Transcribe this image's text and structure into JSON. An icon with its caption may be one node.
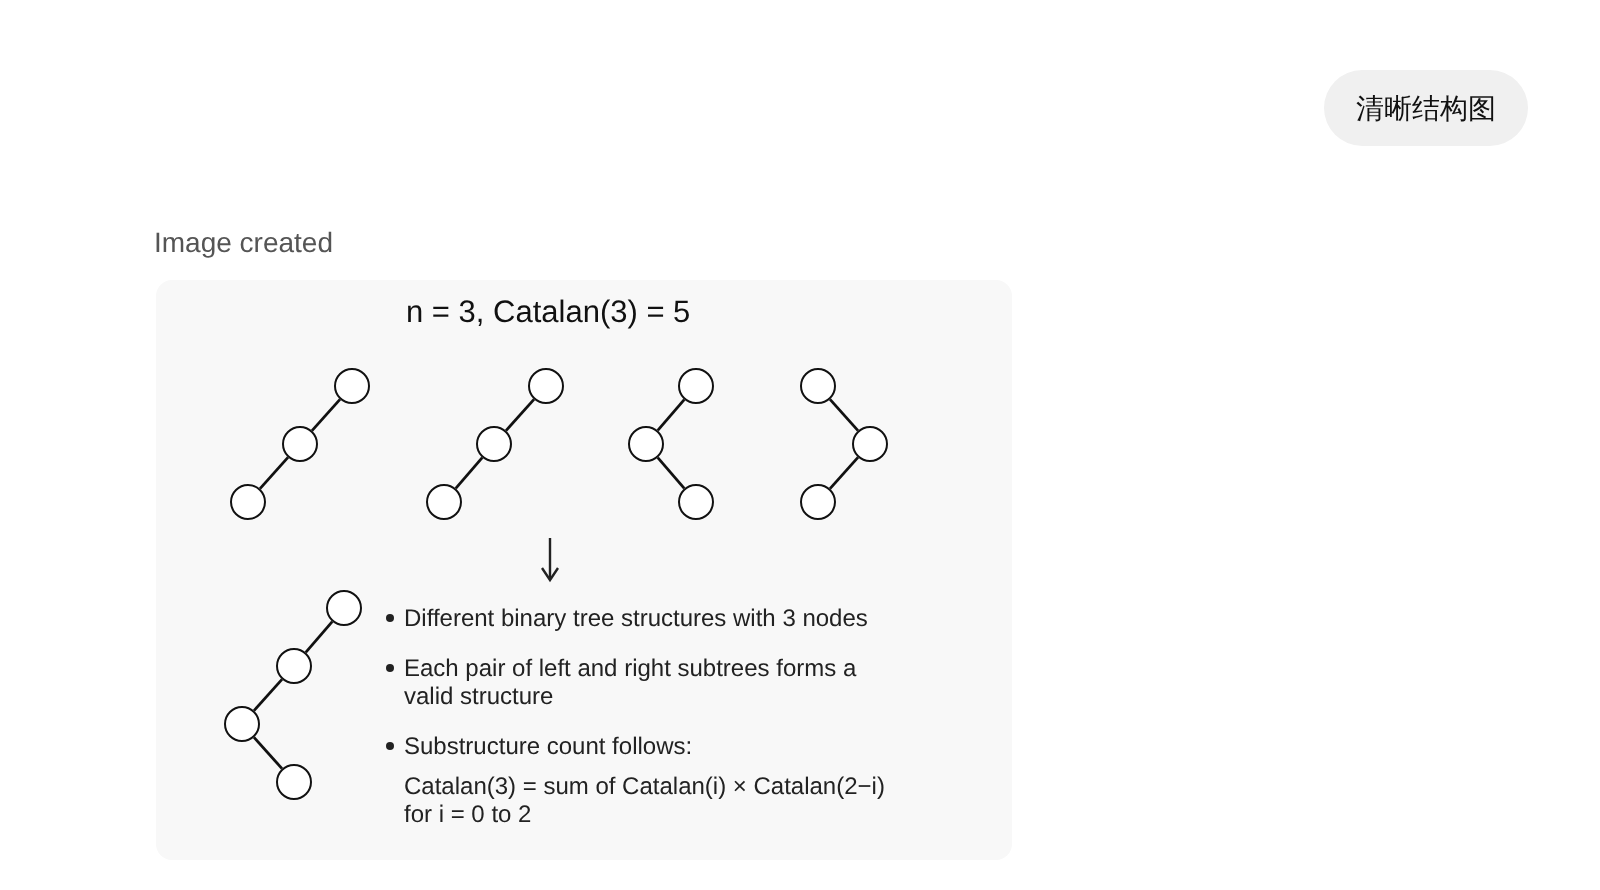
{
  "diagram": {
    "title": "n = 3, Catalan(3) = 5",
    "nodes": [
      {
        "text": [
          "清晰结构图"
        ]
      },
      {
        "text": [],
        "shape": "circle"
      },
      {
        "text": [],
        "shape": "circle"
      },
      {
        "text": [],
        "shape": "circle"
      },
      {
        "text": [],
        "shape": "circle"
      },
      {
        "text": [],
        "shape": "circle"
      },
      {
        "text": [],
        "shape": "circle"
      },
      {
        "text": [],
        "shape": "circle"
      },
      {
        "text": [],
        "shape": "circle"
      },
      {
        "text": [],
        "shape": "circle"
      },
      {
        "text": [],
        "shape": "circle"
      },
      {
        "text": [],
        "shape": "circle"
      },
      {
        "text": [],
        "shape": "circle"
      },
      {
        "text": [],
        "shape": "circle"
      },
      {
        "text": [],
        "shape": "circle"
      },
      {
        "text": [],
        "shape": "circle"
      },
      {
        "text": [],
        "shape": "circle"
      }
    ],
    "edges": [
      {
        "from": 1,
        "to": 2,
        "arrow": "none"
      },
      {
        "from": 2,
        "to": 3,
        "arrow": "none"
      },
      {
        "from": 4,
        "to": 5,
        "arrow": "none"
      },
      {
        "from": 5,
        "to": 6,
        "arrow": "none"
      },
      {
        "from": 7,
        "to": 8,
        "arrow": "none"
      },
      {
        "from": 8,
        "to": 9,
        "arrow": "none"
      },
      {
        "from": 10,
        "to": 11,
        "arrow": "none"
      },
      {
        "from": 11,
        "to": 12,
        "arrow": "none"
      },
      {
        "from": 13,
        "to": 14,
        "arrow": "none"
      },
      {
        "from": 14,
        "to": 15,
        "arrow": "none"
      },
      {
        "from": 15,
        "to": 16,
        "arrow": "none"
      }
    ],
    "labels": [
      "Image created",
      "Different binary tree structures with 3 nodes",
      "Each pair of left and right subtrees forms a valid structure",
      "Substructure count follows:",
      "Catalan(3) = sum of Catalan(i) × Catalan(2−i) for i = 0 to 2"
    ]
  }
}
